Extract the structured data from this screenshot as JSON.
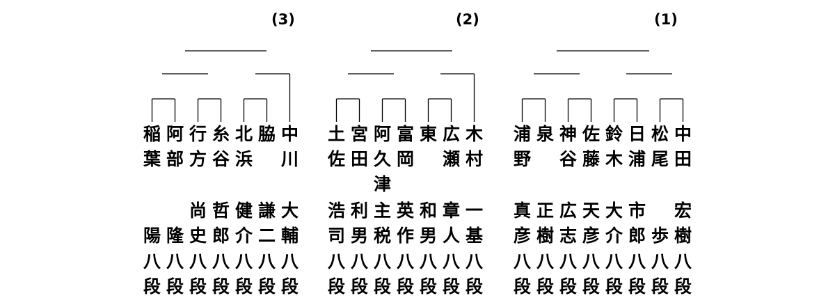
{
  "blocks": [
    {
      "label": "(3)",
      "players": [
        {
          "family": [
            "稲",
            "葉"
          ],
          "given": [
            "",
            "陽"
          ],
          "rank": [
            "八",
            "段"
          ]
        },
        {
          "family": [
            "阿",
            "部"
          ],
          "given": [
            "",
            "隆"
          ],
          "rank": [
            "八",
            "段"
          ]
        },
        {
          "family": [
            "行",
            "方"
          ],
          "given": [
            "尚",
            "史"
          ],
          "rank": [
            "八",
            "段"
          ]
        },
        {
          "family": [
            "糸",
            "谷"
          ],
          "given": [
            "哲",
            "郎"
          ],
          "rank": [
            "八",
            "段"
          ]
        },
        {
          "family": [
            "北",
            "浜"
          ],
          "given": [
            "健",
            "介"
          ],
          "rank": [
            "八",
            "段"
          ]
        },
        {
          "family": [
            "脇",
            ""
          ],
          "given": [
            "謙",
            "二"
          ],
          "rank": [
            "八",
            "段"
          ]
        },
        {
          "family": [
            "中",
            "川"
          ],
          "given": [
            "大",
            "輔"
          ],
          "rank": [
            "八",
            "段"
          ]
        }
      ]
    },
    {
      "label": "(2)",
      "players": [
        {
          "family": [
            "土",
            "佐"
          ],
          "given": [
            "浩",
            "司"
          ],
          "rank": [
            "八",
            "段"
          ]
        },
        {
          "family": [
            "宮",
            "田"
          ],
          "given": [
            "利",
            "男"
          ],
          "rank": [
            "八",
            "段"
          ]
        },
        {
          "family": [
            "阿",
            "久",
            "津"
          ],
          "given": [
            "主",
            "税"
          ],
          "rank": [
            "八",
            "段"
          ]
        },
        {
          "family": [
            "富",
            "岡"
          ],
          "given": [
            "英",
            "作"
          ],
          "rank": [
            "八",
            "段"
          ]
        },
        {
          "family": [
            "東",
            ""
          ],
          "given": [
            "和",
            "男"
          ],
          "rank": [
            "八",
            "段"
          ]
        },
        {
          "family": [
            "広",
            "瀬"
          ],
          "given": [
            "章",
            "人"
          ],
          "rank": [
            "八",
            "段"
          ]
        },
        {
          "family": [
            "木",
            "村"
          ],
          "given": [
            "一",
            "基"
          ],
          "rank": [
            "八",
            "段"
          ]
        }
      ]
    },
    {
      "label": "(1)",
      "players": [
        {
          "family": [
            "浦",
            "野"
          ],
          "given": [
            "真",
            "彦"
          ],
          "rank": [
            "八",
            "段"
          ]
        },
        {
          "family": [
            "泉",
            ""
          ],
          "given": [
            "正",
            "樹"
          ],
          "rank": [
            "八",
            "段"
          ]
        },
        {
          "family": [
            "神",
            "谷"
          ],
          "given": [
            "広",
            "志"
          ],
          "rank": [
            "八",
            "段"
          ]
        },
        {
          "family": [
            "佐",
            "藤"
          ],
          "given": [
            "天",
            "彦"
          ],
          "rank": [
            "八",
            "段"
          ]
        },
        {
          "family": [
            "鈴",
            "木"
          ],
          "given": [
            "大",
            "介"
          ],
          "rank": [
            "八",
            "段"
          ]
        },
        {
          "family": [
            "日",
            "浦"
          ],
          "given": [
            "市",
            "郎"
          ],
          "rank": [
            "八",
            "段"
          ]
        },
        {
          "family": [
            "松",
            "尾"
          ],
          "given": [
            "",
            "歩"
          ],
          "rank": [
            "八",
            "段"
          ]
        },
        {
          "family": [
            "中",
            "田"
          ],
          "given": [
            "宏",
            "樹"
          ],
          "rank": [
            "八",
            "段"
          ]
        }
      ]
    }
  ]
}
